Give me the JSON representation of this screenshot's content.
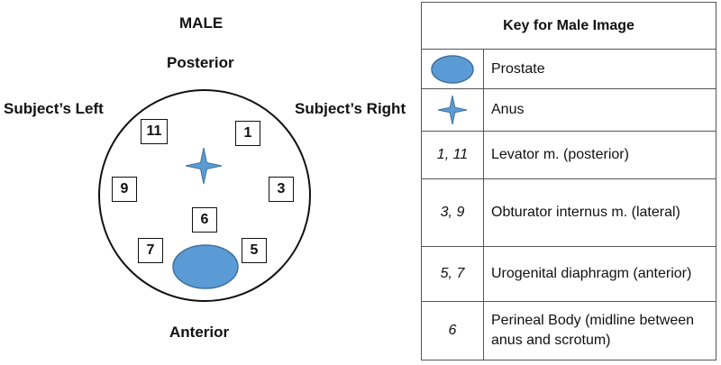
{
  "diagram": {
    "title": "MALE",
    "orientation": {
      "top": "Posterior",
      "bottom": "Anterior",
      "left": "Subject’s Left",
      "right": "Subject’s Right"
    },
    "positions": {
      "p11": "11",
      "p1": "1",
      "p9": "9",
      "p3": "3",
      "p6": "6",
      "p7": "7",
      "p5": "5"
    },
    "colors": {
      "fill": "#5b9bd5",
      "stroke": "#41719c"
    },
    "icons": {
      "anus": "four-point-star-icon",
      "prostate": "ellipse-icon"
    }
  },
  "key": {
    "title": "Key for Male Image",
    "rows": [
      {
        "symbol": "",
        "label": "Prostate"
      },
      {
        "symbol": "",
        "label": "Anus"
      },
      {
        "symbol": "1, 11",
        "label": "Levator m. (posterior)"
      },
      {
        "symbol": "3, 9",
        "label": "Obturator internus m. (lateral)"
      },
      {
        "symbol": "5, 7",
        "label": "Urogenital diaphragm (anterior)"
      },
      {
        "symbol": "6",
        "label": "Perineal Body (midline between anus and scrotum)"
      }
    ]
  }
}
